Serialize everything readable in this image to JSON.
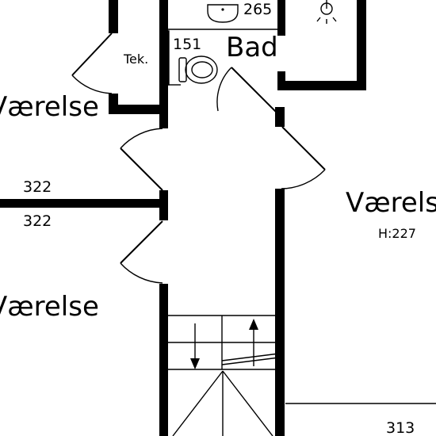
{
  "rooms": {
    "bad": "Bad",
    "tek": "Tek.",
    "vaerelse_top_left": "Værelse",
    "vaerelse_bottom_left": "Værelse",
    "vaerelse_right": "Værelse",
    "vaerelse_right_height": "H:227"
  },
  "dimensions": {
    "bad_width": "265",
    "wc_width": "151",
    "wall_upper": "322",
    "wall_lower": "322",
    "bottom_right": "313"
  },
  "icons": [
    "sink-icon",
    "toilet-icon",
    "ceiling-light-icon",
    "stair-down-arrow-icon",
    "stair-up-arrow-icon"
  ]
}
